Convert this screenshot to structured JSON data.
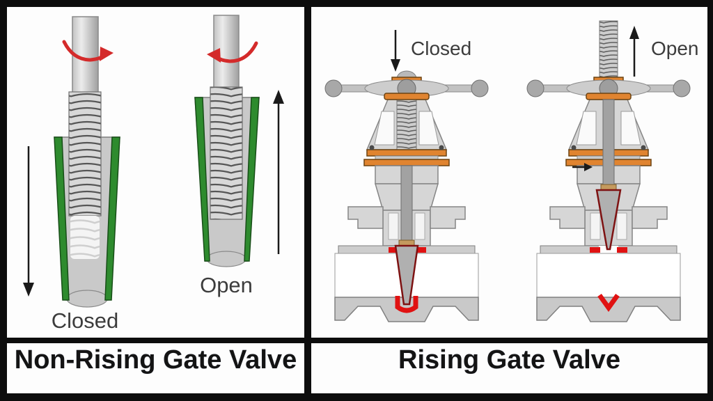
{
  "left_panel": {
    "title": "Non-Rising Gate Valve",
    "closed_label": "Closed",
    "open_label": "Open"
  },
  "right_panel": {
    "title": "Rising Gate Valve",
    "closed_label": "Closed",
    "open_label": "Open"
  },
  "colors": {
    "background": "#fdfdfd",
    "frame_border": "#0d0d0d",
    "metal_light": "#d6d6d6",
    "metal_mid": "#b5b5b5",
    "stem_nut_green": "#2e8b2e",
    "packing_green": "#3f8440",
    "flange_orange": "#e08430",
    "rotation_arrow_red": "#d42a2a",
    "seat_red": "#e01212",
    "wedge_edge_dark_red": "#7e1212",
    "stem_collar_tan": "#c49a5e",
    "label_text": "#3c3c3c",
    "title_text": "#141414"
  }
}
